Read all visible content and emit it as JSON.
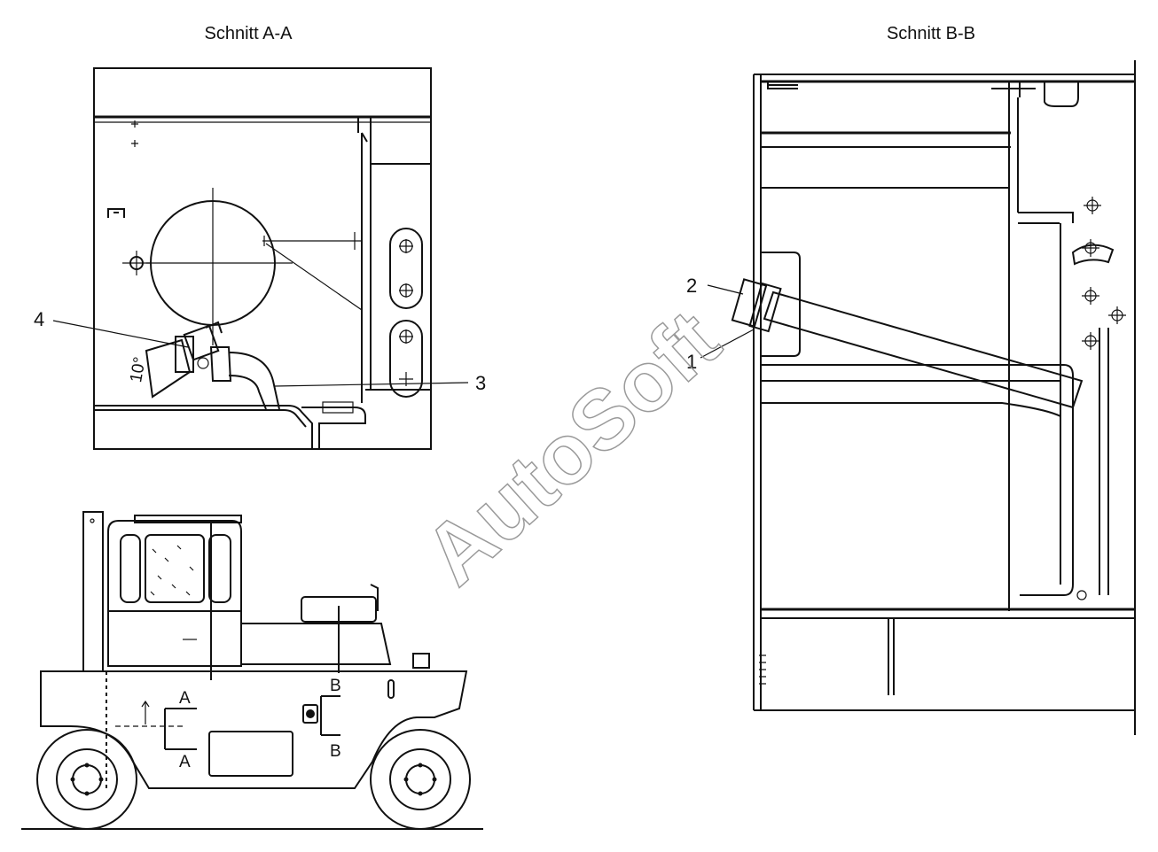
{
  "titles": {
    "section_a": "Schnitt A-A",
    "section_b": "Schnitt B-B"
  },
  "callouts": {
    "c1": "1",
    "c2": "2",
    "c3": "3",
    "c4": "4"
  },
  "section_markers": {
    "a_top": "A",
    "a_bottom": "A",
    "b_top": "B",
    "b_bottom": "B"
  },
  "angle_label": "10°",
  "watermark": "AutoSoft"
}
